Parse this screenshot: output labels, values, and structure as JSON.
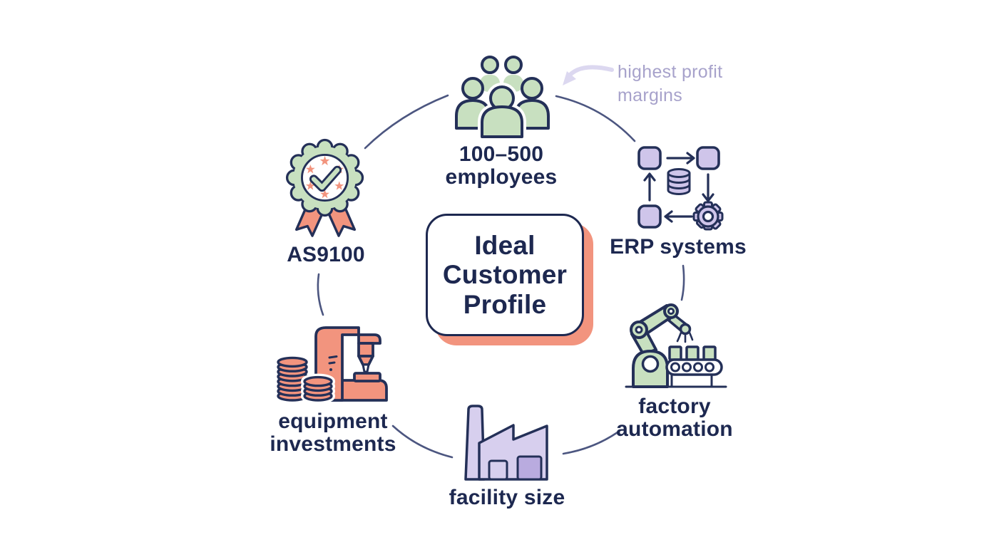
{
  "diagram": {
    "center": {
      "title_lines": [
        "Ideal",
        "Customer",
        "Profile"
      ]
    },
    "annotation": {
      "lines": [
        "highest profit",
        "margins"
      ]
    },
    "nodes": [
      {
        "id": "employees",
        "icon": "people-group-icon",
        "label_lines": [
          "100–500",
          "employees"
        ]
      },
      {
        "id": "erp-systems",
        "icon": "erp-flow-icon",
        "label_lines": [
          "ERP systems"
        ]
      },
      {
        "id": "factory-automation",
        "icon": "robot-arm-icon",
        "label_lines": [
          "factory",
          "automation"
        ]
      },
      {
        "id": "facility-size",
        "icon": "factory-building-icon",
        "label_lines": [
          "facility size"
        ]
      },
      {
        "id": "equipment",
        "icon": "machine-coins-icon",
        "label_lines": [
          "equipment",
          "investments"
        ]
      },
      {
        "id": "as9100",
        "icon": "certification-badge-icon",
        "label_lines": [
          "AS9100"
        ]
      }
    ],
    "colors": {
      "navy_text": "#1d2850",
      "navy_outline": "#243058",
      "green_fill": "#c8e0c0",
      "purple_fill": "#cfc5ea",
      "purple_dark_fill": "#b9abdf",
      "salmon": "#f2947e",
      "lavender_text": "#a7a2cb",
      "lavender_arrow": "#dcd8f0",
      "connector_line": "#4c5680",
      "background": "#ffffff"
    }
  }
}
